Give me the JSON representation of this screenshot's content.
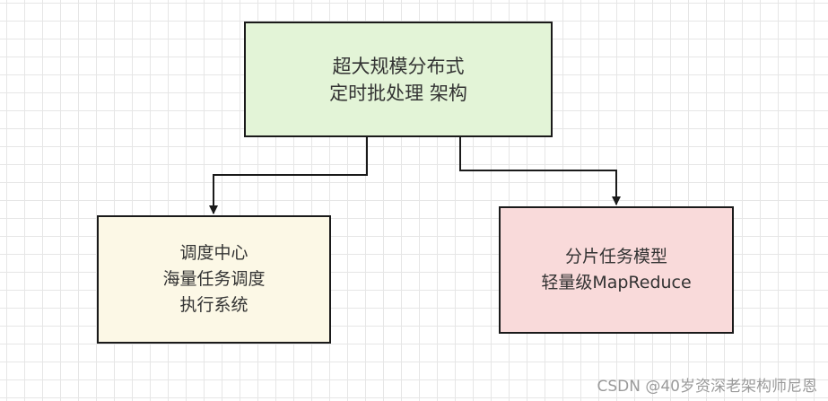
{
  "nodes": {
    "root": {
      "lines": [
        "超大规模分布式",
        "定时批处理 架构"
      ],
      "fill": "#e3f4d7"
    },
    "left": {
      "lines": [
        "调度中心",
        "海量任务调度",
        "执行系统"
      ],
      "fill": "#fcf8e6"
    },
    "right": {
      "lines": [
        "分片任务模型",
        "轻量级MapReduce"
      ],
      "fill": "#f9dada"
    }
  },
  "edges": [
    {
      "from": "root",
      "to": "left"
    },
    {
      "from": "root",
      "to": "right"
    }
  ],
  "watermark": "CSDN @40岁资深老架构师尼恩"
}
